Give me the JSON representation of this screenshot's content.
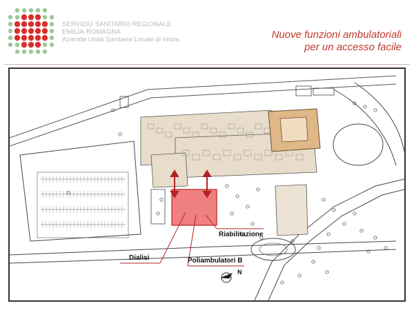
{
  "header": {
    "org_lines": [
      "SERVIZIO SANITARIO REGIONALE",
      "EMILIA-ROMAGNA",
      "Azienda Unità Sanitaria Locale di Imola"
    ],
    "slogan_lines": [
      "Nuove funzioni ambulatoriali",
      "per un accesso facile"
    ]
  },
  "map": {
    "labels": {
      "riabilitazione": "Riabilitazione",
      "dialisi": "Dialisi",
      "poliambulatori": "Poliambulatori B",
      "north": "N"
    },
    "highlight_color": "#f08080",
    "arrow_color": "#b22222"
  },
  "colors": {
    "accent_red": "#c0392b",
    "logo_red": "#d9302c",
    "logo_green": "#9cc79a",
    "building_beige": "#e8dccb"
  }
}
